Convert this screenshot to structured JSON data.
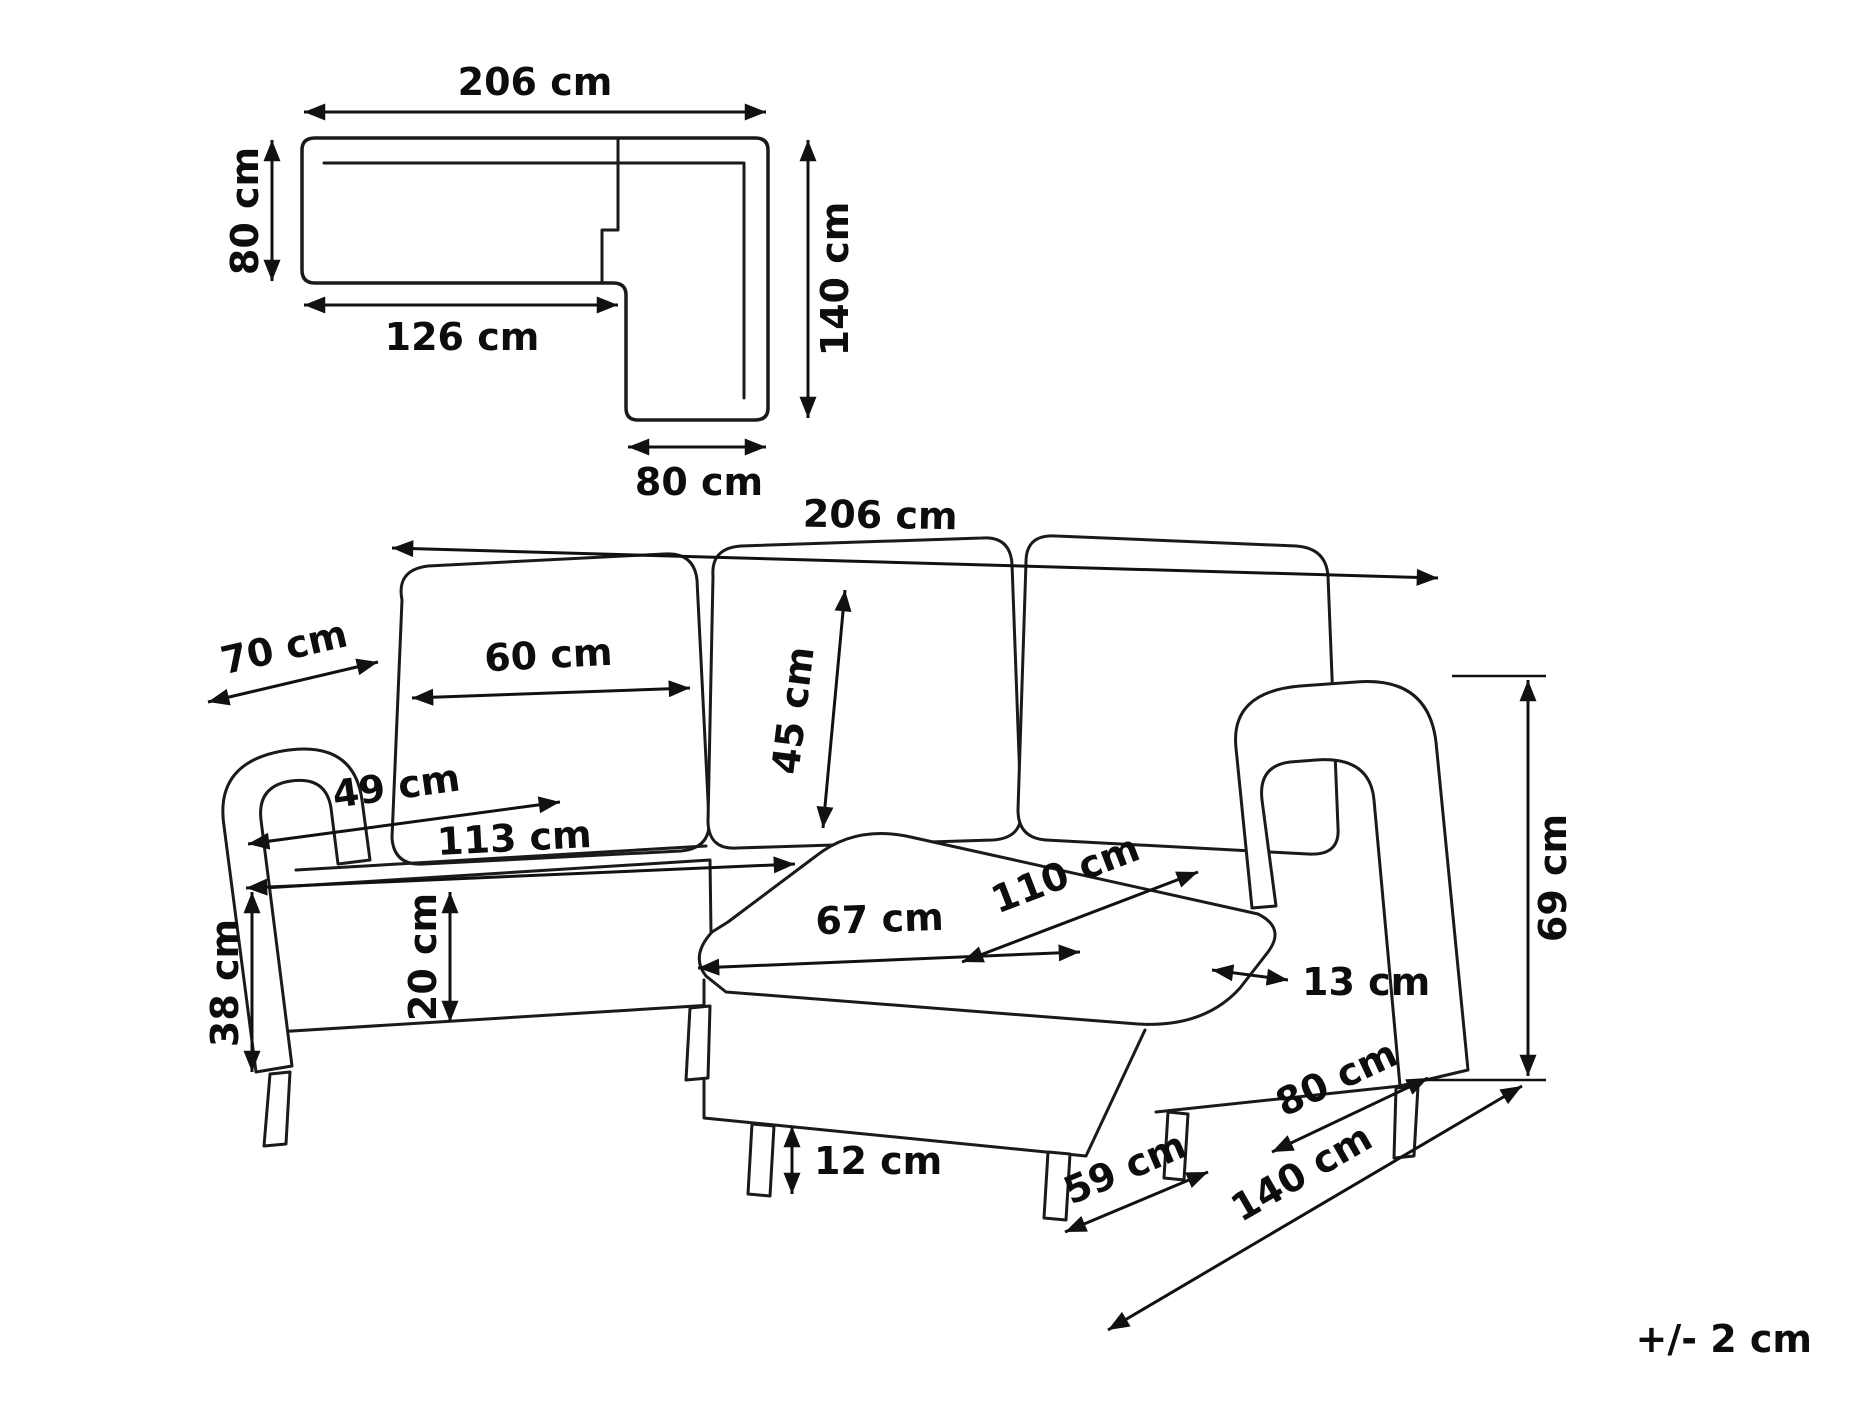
{
  "page": {
    "background": "#ffffff",
    "line_color": "#1a1a1a"
  },
  "tolerance_note": "+/- 2 cm",
  "plan_view": {
    "total_width": "206 cm",
    "side_depth": "80 cm",
    "inner_width": "126 cm",
    "chaise_depth": "140 cm",
    "chaise_width": "80 cm"
  },
  "front_view": {
    "total_width": "206 cm",
    "arm_depth": "70 cm",
    "back_cushion_width": "60 cm",
    "back_cushion_height": "45 cm",
    "seat_depth": "49 cm",
    "seat_width": "113 cm",
    "chaise_cushion_length": "110 cm",
    "chaise_cushion_width": "67 cm",
    "base_height": "38 cm",
    "seat_cushion_thickness": "20 cm",
    "gap_width": "13 cm",
    "total_height": "69 cm",
    "leg_height": "12 cm",
    "chaise_front_width": "59 cm",
    "right_depth": "80 cm",
    "total_depth": "140 cm"
  }
}
